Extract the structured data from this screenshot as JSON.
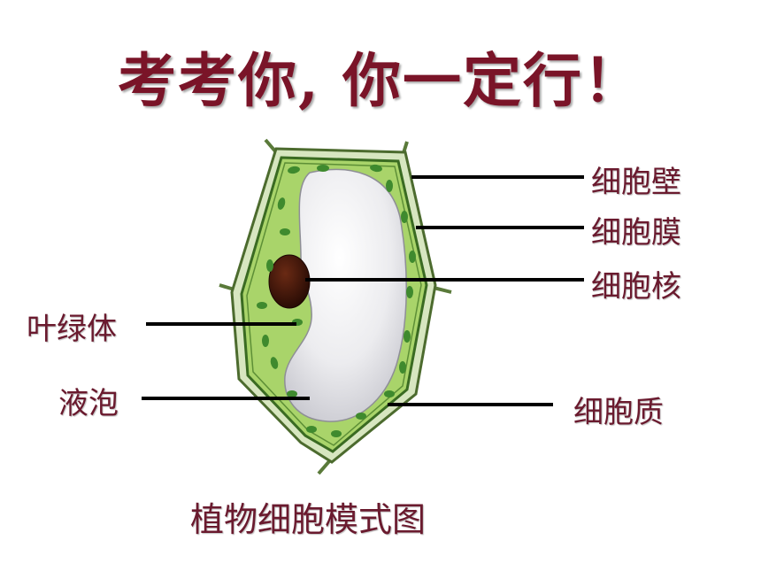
{
  "title": "考考你, 你一定行！",
  "caption": "植物细胞模式图",
  "labels": {
    "cell_wall": "细胞壁",
    "cell_membrane": "细胞膜",
    "nucleus": "细胞核",
    "chloroplast": "叶绿体",
    "vacuole": "液泡",
    "cytoplasm": "细胞质"
  },
  "colors": {
    "title": "#7a1428",
    "label": "#6a1a2e",
    "cytoplasm": "#a9d46a",
    "chloroplast": "#3f8a2e",
    "vacuole": "#e6e6ea",
    "nucleus": "#3a1408"
  }
}
